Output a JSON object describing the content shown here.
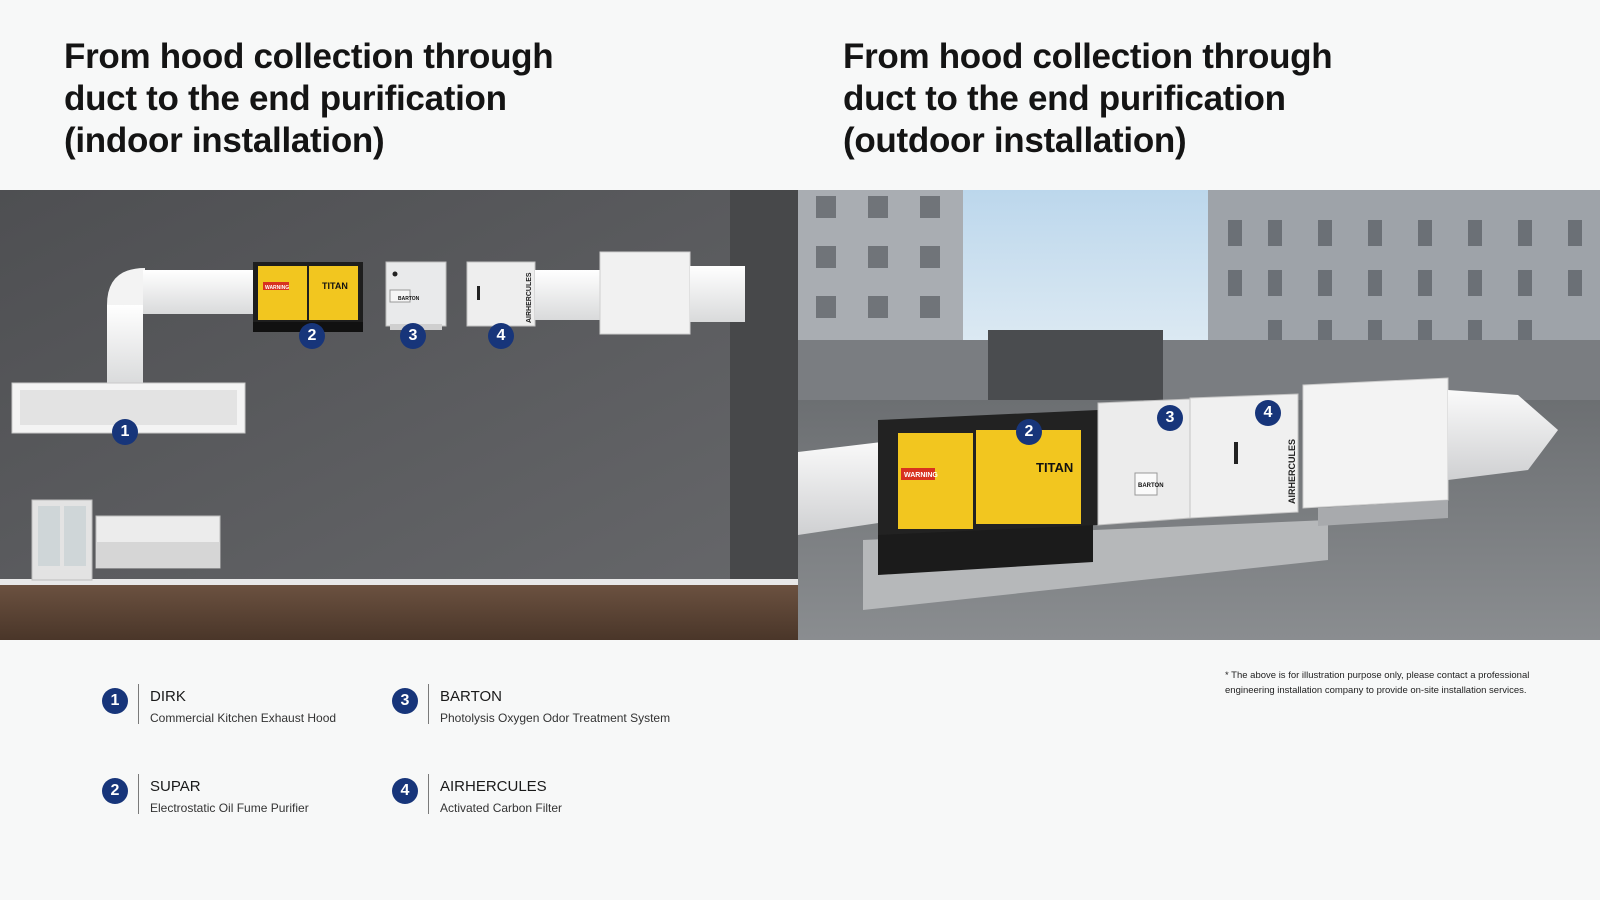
{
  "titles": {
    "indoor": [
      "From hood collection through",
      "duct to the end purification",
      "(indoor installation)"
    ],
    "outdoor": [
      "From hood collection through",
      "duct to the end purification",
      "(outdoor installation)"
    ]
  },
  "scene_labels": {
    "warning": "WARNING",
    "titan": "TITAN",
    "barton": "BARTON",
    "airhercules": "AIRHERCULES"
  },
  "markers": [
    "1",
    "2",
    "3",
    "4"
  ],
  "legend": [
    {
      "number": "1",
      "name": "DIRK",
      "description": "Commercial Kitchen Exhaust Hood"
    },
    {
      "number": "3",
      "name": "BARTON",
      "description": "Photolysis Oxygen Odor Treatment System"
    },
    {
      "number": "2",
      "name": "SUPAR",
      "description": "Electrostatic Oil Fume Purifier"
    },
    {
      "number": "4",
      "name": "AIRHERCULES",
      "description": "Activated Carbon Filter"
    }
  ],
  "note": "* The above is for illustration purpose only, please contact a professional engineering installation company to provide on-site installation services.",
  "colors": {
    "badge": "#17357a",
    "purifier_yellow": "#f2c61f",
    "wall_indoor": "#5a5b5d",
    "floor": "#5a4232",
    "sky": "#cfe3f1"
  }
}
